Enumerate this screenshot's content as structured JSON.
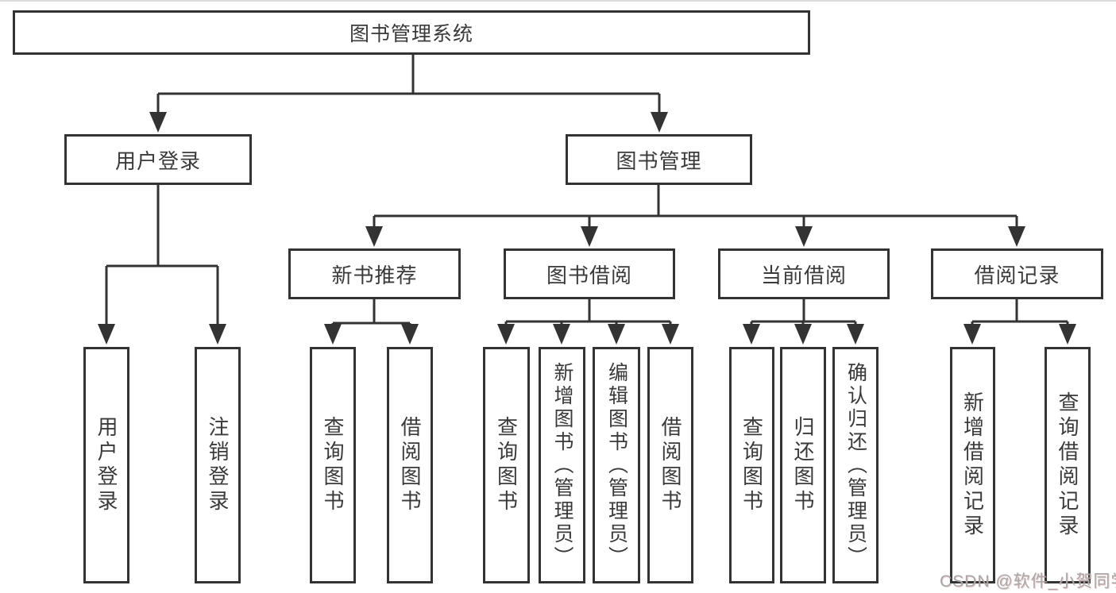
{
  "diagram": {
    "title": "图书管理系统",
    "nodes": {
      "root": "图书管理系统",
      "level1": [
        "用户登录",
        "图书管理"
      ],
      "level2": [
        "新书推荐",
        "图书借阅",
        "当前借阅",
        "借阅记录"
      ],
      "leaves": {
        "login": [
          "用户登录",
          "注销登录"
        ],
        "new_book": [
          "查询图书",
          "借阅图书"
        ],
        "borrow": [
          "查询图书",
          "新增图书（管理员）",
          "编辑图书（管理员）",
          "借阅图书"
        ],
        "current": [
          "查询图书",
          "归还图书",
          "确认归还（管理员）"
        ],
        "record": [
          "新增借阅记录",
          "查询借阅记录"
        ]
      }
    },
    "colors": {
      "line": "#333333",
      "text": "#3a3a3a",
      "background": "#ffffff",
      "watermark_gray": "#a8a8a8",
      "watermark_accent": "#d98b8b"
    }
  },
  "watermark": {
    "text": "CSDN @软件_小贺同学"
  }
}
